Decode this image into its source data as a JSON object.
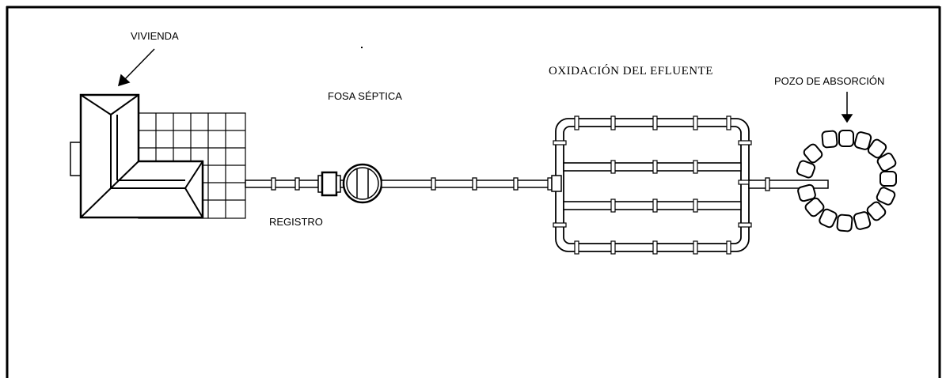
{
  "labels": {
    "vivienda": "VIVIENDA",
    "fosa_septica": "FOSA SÉPTICA",
    "registro": "REGISTRO",
    "oxidacion": "OXIDACIÓN DEL EFLUENTE",
    "pozo": "POZO DE ABSORCIÓN"
  }
}
